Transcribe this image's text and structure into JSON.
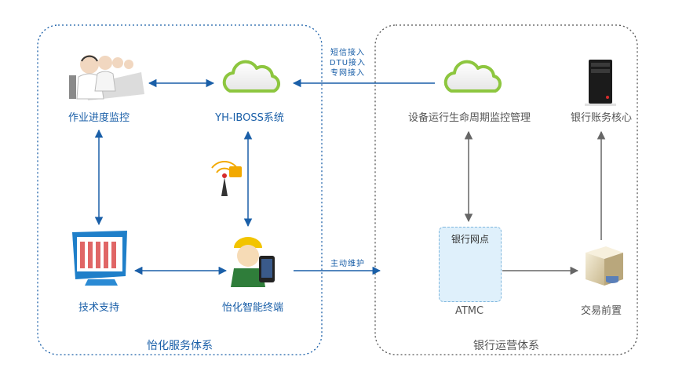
{
  "groups": {
    "left_title": "怡化服务体系",
    "right_title": "银行运营体系"
  },
  "nodes": {
    "monitor": "作业进度监控",
    "iboss": "YH-IBOSS系统",
    "tech": "技术支持",
    "terminal": "怡化智能终端",
    "lifecycle": "设备运行生命周期监控管理",
    "core": "银行账务核心",
    "atm_box_title": "银行网点",
    "atmc": "ATMC",
    "front": "交易前置"
  },
  "edges": {
    "channels": [
      "短信接入",
      "DTU接入",
      "专网接入"
    ],
    "maintain": "主动维护"
  },
  "colors": {
    "accent": "#1a5fa8",
    "arrow_grey": "#666666",
    "cloud_green": "#8dc63f"
  }
}
